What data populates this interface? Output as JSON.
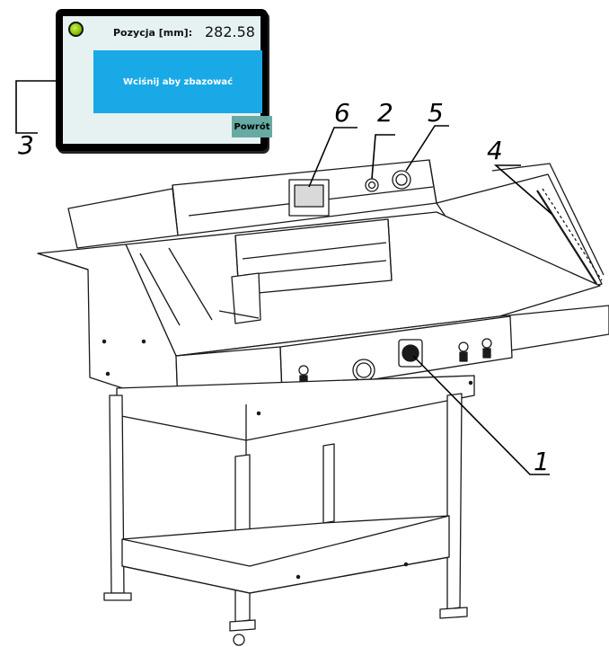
{
  "display": {
    "position_label": "Pozycja [mm]:",
    "position_value": "282.58",
    "base_button_label": "Wciśnij aby zbazować",
    "back_button_label": "Powrót",
    "led_color": "#8fc400",
    "screen_color": "#e6f1f1",
    "base_button_color": "#19a9e6",
    "back_button_color": "#66aaa3"
  },
  "callouts": {
    "c1": "1",
    "c2": "2",
    "c3": "3",
    "c4": "4",
    "c5": "5",
    "c6": "6"
  }
}
